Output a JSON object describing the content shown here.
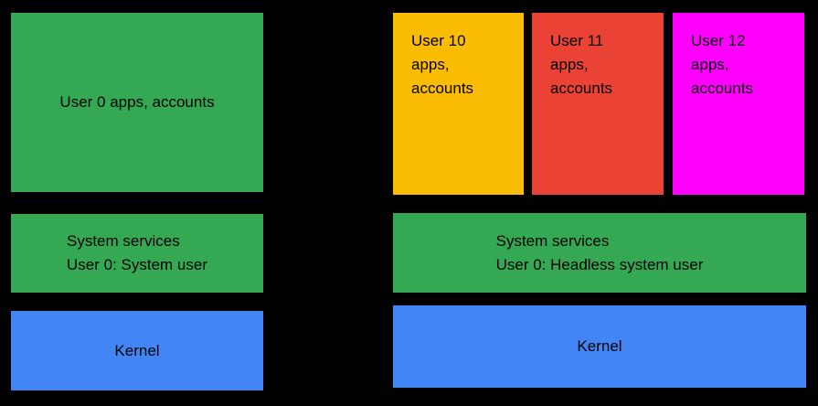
{
  "canvas": {
    "background": "#000000",
    "text_color": "#000000"
  },
  "colors": {
    "green": "#34A853",
    "yellow": "#FBBC04",
    "red": "#EA4335",
    "magenta": "#FF00FF",
    "blue": "#4285F4"
  },
  "left_stack": {
    "apps_box": {
      "label": "User 0 apps, accounts",
      "color": "#34A853"
    },
    "services_box": {
      "line1": "System services",
      "line2": "User 0: System user",
      "color": "#34A853"
    },
    "kernel_box": {
      "label": "Kernel",
      "color": "#4285F4"
    }
  },
  "right_stack": {
    "apps_boxes": [
      {
        "label": "User 10 apps, accounts",
        "color": "#FBBC04"
      },
      {
        "label": "User 11 apps, accounts",
        "color": "#EA4335"
      },
      {
        "label": "User 12 apps, accounts",
        "color": "#FF00FF"
      }
    ],
    "services_box": {
      "line1": "System services",
      "line2": "User 0: Headless system user",
      "color": "#34A853"
    },
    "kernel_box": {
      "label": "Kernel",
      "color": "#4285F4"
    }
  }
}
